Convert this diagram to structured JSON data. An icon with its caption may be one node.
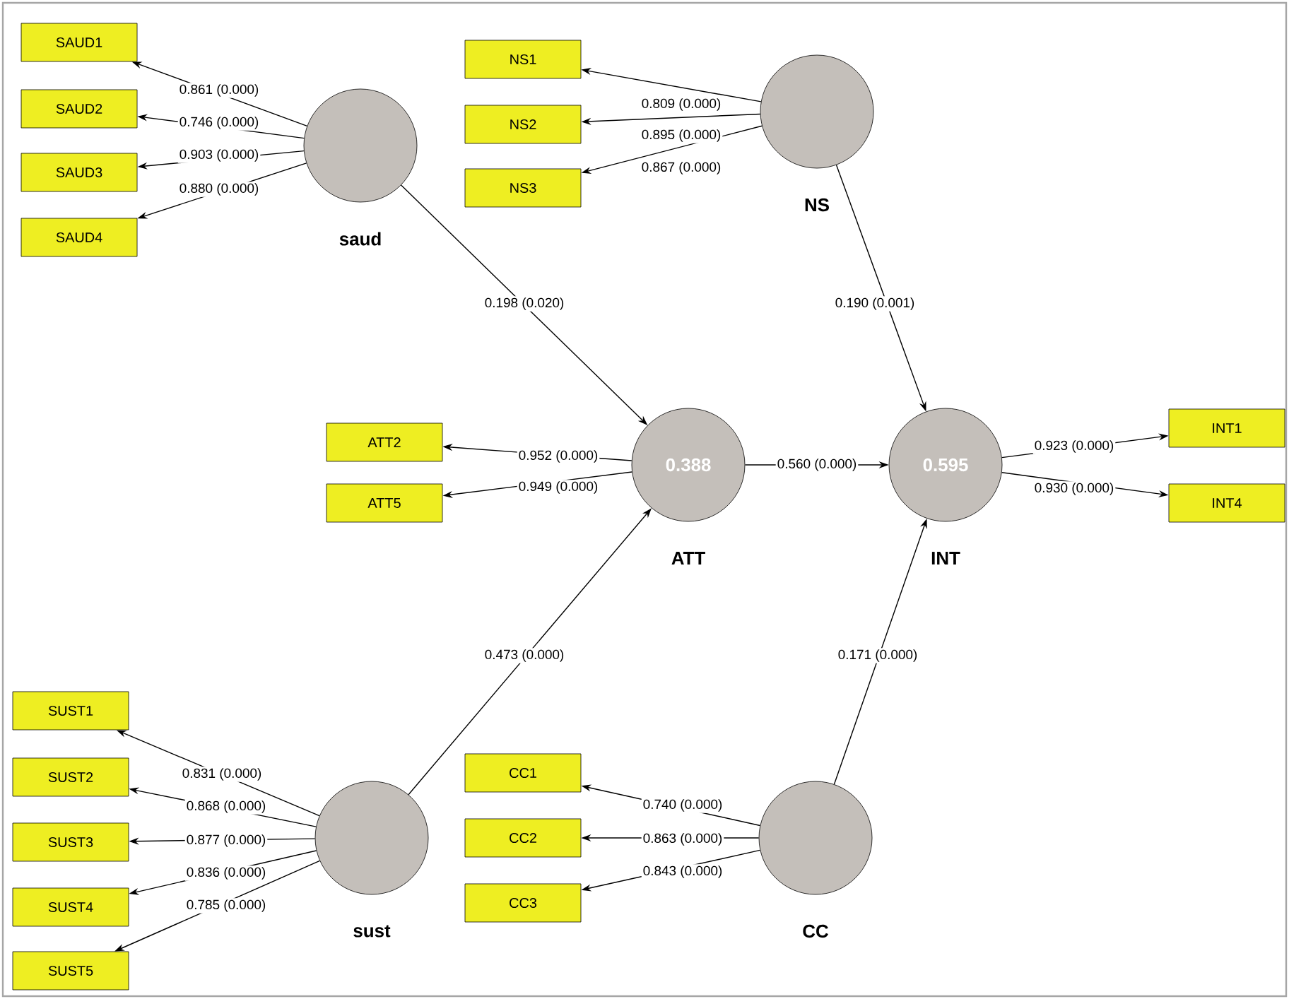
{
  "diagram": {
    "nodes": [
      {
        "text": [
          "SAUD1"
        ]
      },
      {
        "text": [
          "SAUD2"
        ]
      },
      {
        "text": [
          "SAUD3"
        ]
      },
      {
        "text": [
          "SAUD4"
        ]
      },
      {
        "text": [
          "saud"
        ]
      },
      {
        "text": [
          "NS1"
        ]
      },
      {
        "text": [
          "NS2"
        ]
      },
      {
        "text": [
          "NS3"
        ]
      },
      {
        "text": [
          "NS"
        ]
      },
      {
        "text": [
          "ATT2"
        ]
      },
      {
        "text": [
          "ATT5"
        ]
      },
      {
        "text": [
          "0.388",
          "ATT"
        ]
      },
      {
        "text": [
          "0.595",
          "INT"
        ]
      },
      {
        "text": [
          "INT1"
        ]
      },
      {
        "text": [
          "INT4"
        ]
      },
      {
        "text": [
          "SUST1"
        ]
      },
      {
        "text": [
          "SUST2"
        ]
      },
      {
        "text": [
          "SUST3"
        ]
      },
      {
        "text": [
          "SUST4"
        ]
      },
      {
        "text": [
          "SUST5"
        ]
      },
      {
        "text": [
          "sust"
        ]
      },
      {
        "text": [
          "CC1"
        ]
      },
      {
        "text": [
          "CC2"
        ]
      },
      {
        "text": [
          "CC3"
        ]
      },
      {
        "text": [
          "CC"
        ]
      }
    ],
    "edges": [
      {
        "from": 4,
        "to": 0,
        "arrow": "to",
        "label": "0.861 (0.000)"
      },
      {
        "from": 4,
        "to": 1,
        "arrow": "to",
        "label": "0.746 (0.000)"
      },
      {
        "from": 4,
        "to": 2,
        "arrow": "to",
        "label": "0.903 (0.000)"
      },
      {
        "from": 4,
        "to": 3,
        "arrow": "to",
        "label": "0.880 (0.000)"
      },
      {
        "from": 8,
        "to": 5,
        "arrow": "to",
        "label": "0.809 (0.000)"
      },
      {
        "from": 8,
        "to": 6,
        "arrow": "to",
        "label": "0.895 (0.000)"
      },
      {
        "from": 8,
        "to": 7,
        "arrow": "to",
        "label": "0.867 (0.000)"
      },
      {
        "from": 4,
        "to": 11,
        "arrow": "to",
        "label": "0.198 (0.020)"
      },
      {
        "from": 8,
        "to": 12,
        "arrow": "to",
        "label": "0.190 (0.001)"
      },
      {
        "from": 11,
        "to": 9,
        "arrow": "to",
        "label": "0.952 (0.000)"
      },
      {
        "from": 11,
        "to": 10,
        "arrow": "to",
        "label": "0.949 (0.000)"
      },
      {
        "from": 11,
        "to": 12,
        "arrow": "to",
        "label": "0.560 (0.000)"
      },
      {
        "from": 12,
        "to": 13,
        "arrow": "to",
        "label": "0.923 (0.000)"
      },
      {
        "from": 12,
        "to": 14,
        "arrow": "to",
        "label": "0.930 (0.000)"
      },
      {
        "from": 20,
        "to": 11,
        "arrow": "to",
        "label": "0.473 (0.000)"
      },
      {
        "from": 24,
        "to": 12,
        "arrow": "to",
        "label": "0.171 (0.000)"
      },
      {
        "from": 20,
        "to": 15,
        "arrow": "to",
        "label": "0.831 (0.000)"
      },
      {
        "from": 20,
        "to": 16,
        "arrow": "to",
        "label": "0.868 (0.000)"
      },
      {
        "from": 20,
        "to": 17,
        "arrow": "to",
        "label": "0.877 (0.000)"
      },
      {
        "from": 20,
        "to": 18,
        "arrow": "to",
        "label": "0.836 (0.000)"
      },
      {
        "from": 20,
        "to": 19,
        "arrow": "to",
        "label": "0.785 (0.000)"
      },
      {
        "from": 24,
        "to": 21,
        "arrow": "to",
        "label": "0.740 (0.000)"
      },
      {
        "from": 24,
        "to": 22,
        "arrow": "to",
        "label": "0.863 (0.000)"
      },
      {
        "from": 24,
        "to": 23,
        "arrow": "to",
        "label": "0.843 (0.000)"
      }
    ]
  }
}
